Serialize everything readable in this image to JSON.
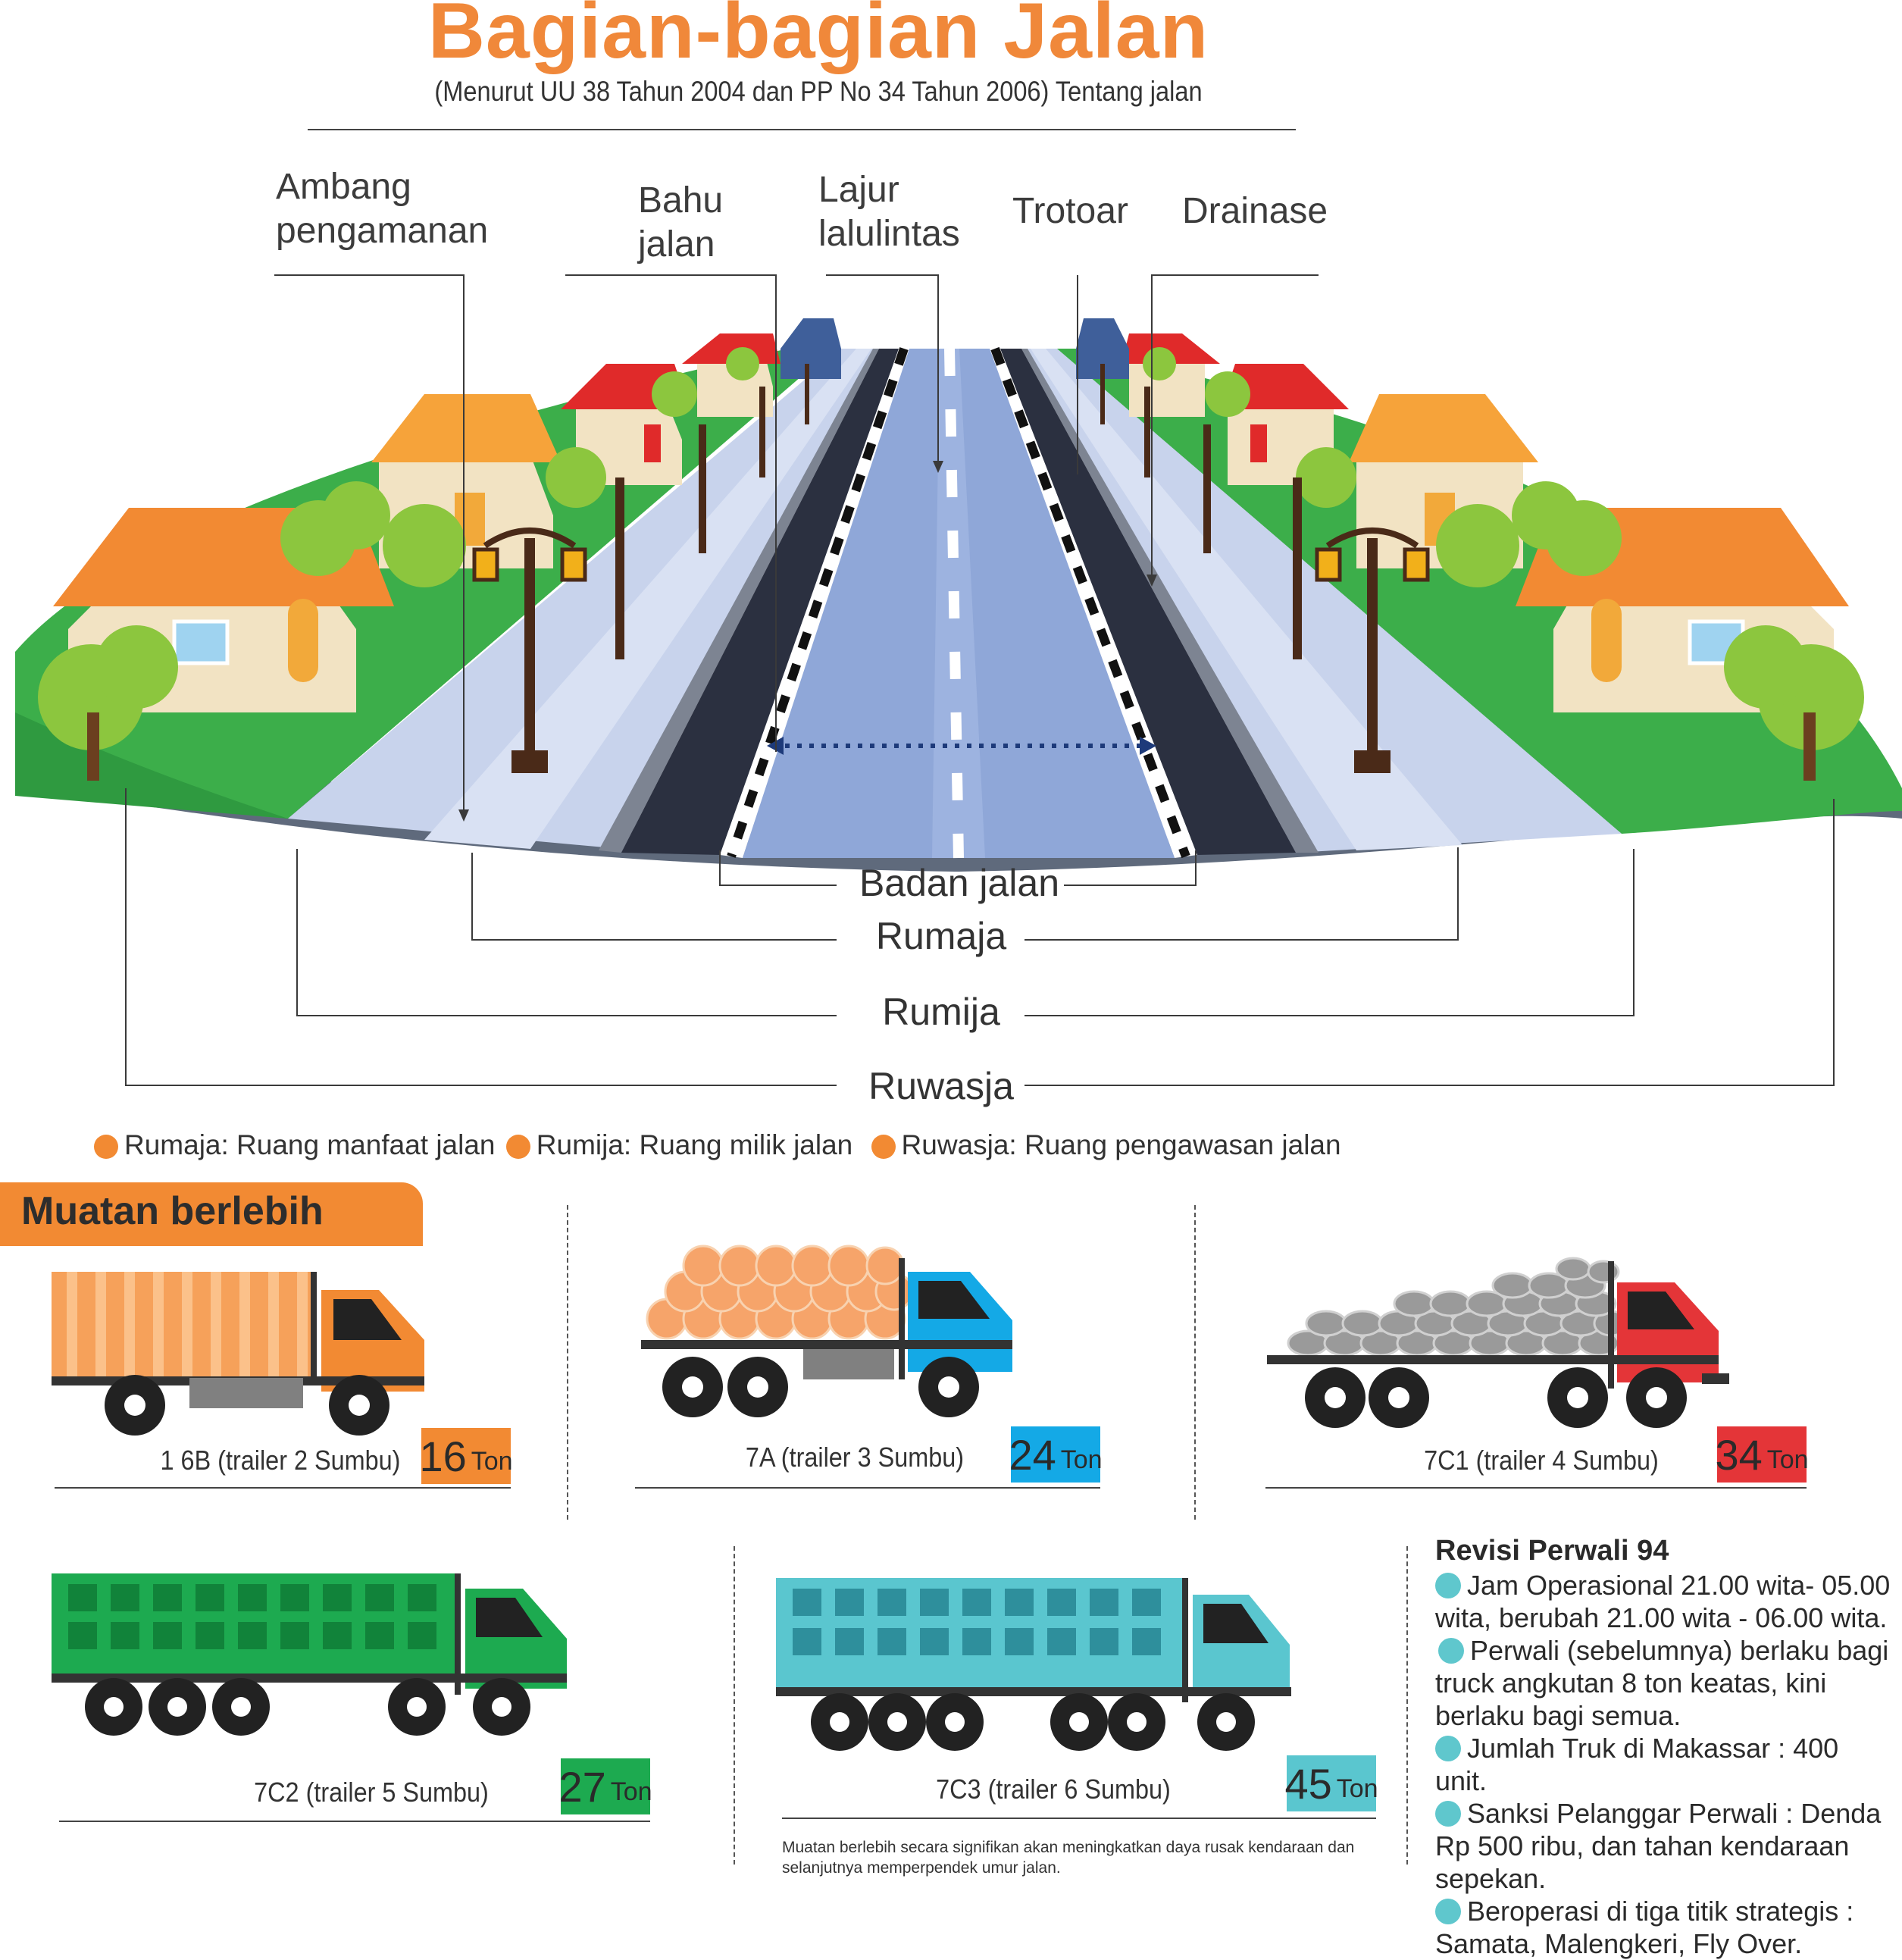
{
  "header": {
    "title": "Bagian-bagian Jalan",
    "subtitle": "(Menurut UU 38 Tahun 2004 dan PP No 34 Tahun 2006) Tentang jalan"
  },
  "road_labels": {
    "ambang": "Ambang\npengamanan",
    "bahu": "Bahu\njalan",
    "lajur": "Lajur\nlalulintas",
    "trotoar": "Trotoar",
    "drainase": "Drainase"
  },
  "brackets": {
    "badan_jalan": "Badan jalan",
    "rumaja": "Rumaja",
    "rumija": "Rumija",
    "ruwasja": "Ruwasja"
  },
  "legend": [
    {
      "text": "Rumaja: Ruang manfaat jalan",
      "color": "#f28a33"
    },
    {
      "text": "Rumija: Ruang milik jalan",
      "color": "#f28a33"
    },
    {
      "text": "Ruwasja: Ruang pengawasan jalan",
      "color": "#f28a33"
    }
  ],
  "section": {
    "title": "Muatan berlebih"
  },
  "trucks": [
    {
      "name": "1 6B (trailer 2 Sumbu)",
      "value": "16",
      "unit": "Ton",
      "color": "#f28a33"
    },
    {
      "name": "7A (trailer 3 Sumbu)",
      "value": "24",
      "unit": "Ton",
      "color": "#14a9e6"
    },
    {
      "name": "7C1 (trailer 4 Sumbu)",
      "value": "34",
      "unit": "Ton",
      "color": "#e43538"
    },
    {
      "name": "7C2 (trailer 5 Sumbu)",
      "value": "27",
      "unit": "Ton",
      "color": "#1daa50"
    },
    {
      "name": "7C3 (trailer 6 Sumbu)",
      "value": "45",
      "unit": "Ton",
      "color": "#5ac6cf"
    }
  ],
  "note": "Muatan berlebih secara signifikan akan meningkatkan daya rusak kendaraan dan selanjutnya memperpendek umur jalan.",
  "perwali": {
    "title": "Revisi Perwali 94",
    "item1": "Jam Operasional 21.00 wita- 05.00 wita, berubah 21.00 wita - 06.00 wita.",
    "item2": "Perwali (sebelumnya) berlaku bagi truck angkutan 8 ton keatas, kini berlaku bagi semua.",
    "item3": "Jumlah Truk di Makassar : 400 unit.",
    "item4": "Sanksi Pelanggar Perwali : Denda Rp 500 ribu, dan tahan kendaraan sepekan.",
    "item5": "Beroperasi di tiga titik strategis : Samata, Malengkeri, Fly Over."
  },
  "colors": {
    "accent": "#f0883a",
    "grass": "#3cae4a",
    "road": "#8fa7d8",
    "asphalt": "#2b3040",
    "bullet": "#5fc7cd"
  }
}
